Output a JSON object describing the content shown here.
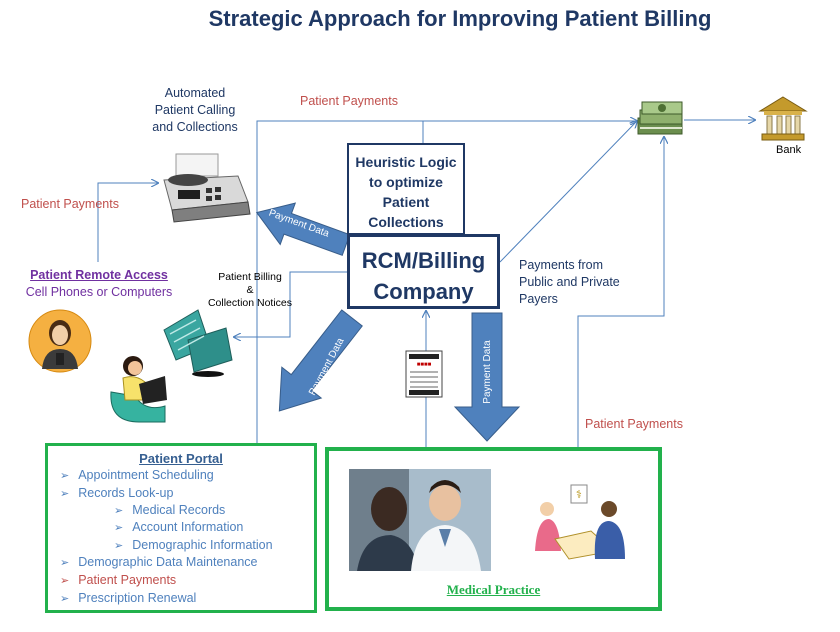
{
  "title": "Strategic Approach for Improving Patient Billing",
  "labels": {
    "automated": [
      "Automated",
      "Patient Calling",
      "and Collections"
    ],
    "patient_payments_top": "Patient Payments",
    "patient_payments_left": "Patient Payments",
    "patient_payments_right": "Patient Payments",
    "bank": "Bank",
    "remote_access_title": "Patient Remote Access",
    "remote_access_sub": "Cell Phones or Computers",
    "billing_notices": [
      "Patient Billing",
      "&",
      "Collection Notices"
    ],
    "payments_from": [
      "Payments from",
      "Public and Private",
      "Payers"
    ],
    "payment_data": "Payment Data"
  },
  "heuristic_box": [
    "Heuristic Logic",
    "to optimize",
    "Patient",
    "Collections"
  ],
  "rcm_box": [
    "RCM/Billing",
    "Company"
  ],
  "portal": {
    "title": "Patient Portal",
    "items": [
      "Appointment Scheduling",
      "Records Look-up",
      "Medical Records",
      "Account Information",
      "Demographic Information",
      "Demographic Data Maintenance",
      "Patient Payments",
      "Prescription Renewal"
    ]
  },
  "medical_practice": "Medical  Practice",
  "icons": [
    "fax-machine-icon",
    "money-stack-icon",
    "bank-icon",
    "patient-avatar-icon",
    "notices-icon",
    "woman-laptop-icon",
    "invoice-icon",
    "doctor-photo",
    "clinic-clipart"
  ],
  "colors": {
    "title": "#1f3864",
    "accent_red": "#c0504d",
    "portal_text": "#4f81bd",
    "green_frame": "#22b14c",
    "arrow_blue": "#4f81bd"
  }
}
